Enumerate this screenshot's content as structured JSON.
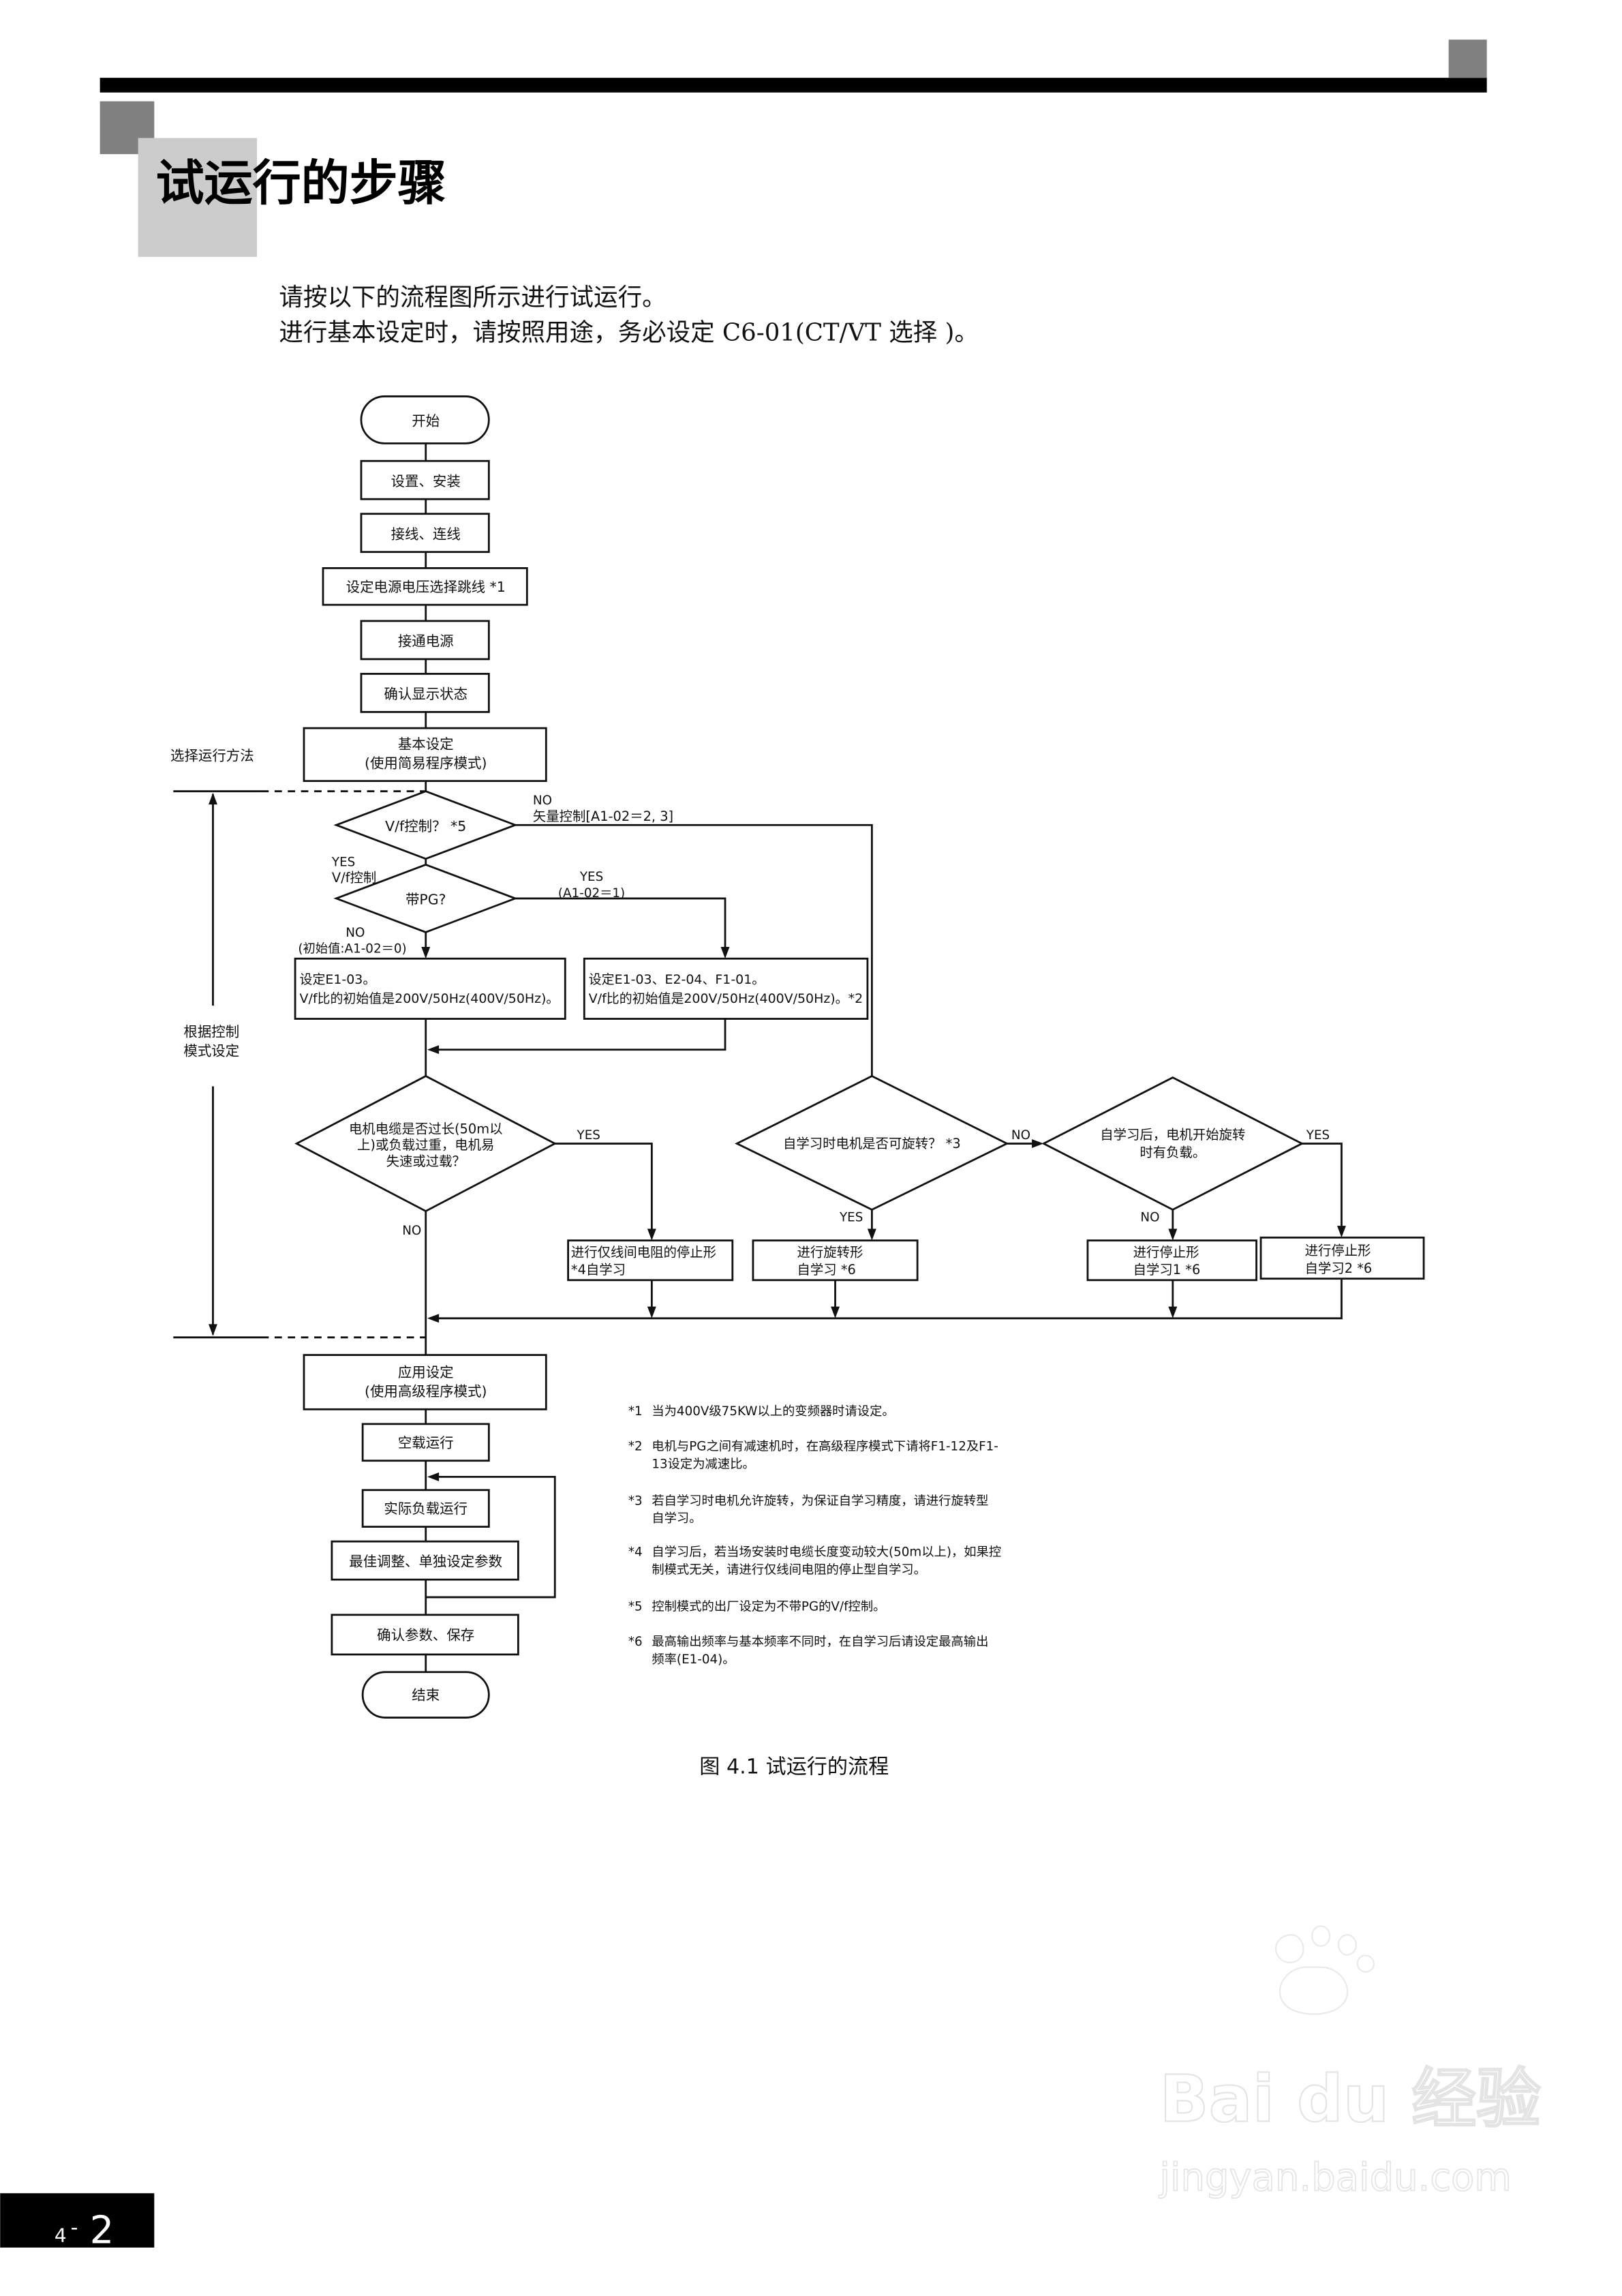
{
  "header": {
    "title": "试运行的步骤",
    "intro_line1": "请按以下的流程图所示进行试运行。",
    "intro_line2": "进行基本设定时，请按照用途，务必设定 C6-01(CT/VT 选择 )。"
  },
  "side_labels": {
    "select_method": "选择运行方法",
    "by_control_mode_line1": "根据控制",
    "by_control_mode_line2": "模式设定"
  },
  "flow": {
    "start": "开始",
    "install": "设置、安装",
    "wiring": "接线、连线",
    "voltage_jumper": "设定电源电压选择跳线 *1",
    "power_on": "接通电源",
    "check_display": "确认显示状态",
    "basic_setting_line1": "基本设定",
    "basic_setting_line2": "(使用简易程序模式)",
    "decision_vf": "V/f控制？ *5",
    "vf_no_label1": "NO",
    "vf_no_label2": "矢量控制[A1-02＝2, 3]",
    "vf_yes_label1": "YES",
    "vf_yes_label2": "V/f控制",
    "decision_pg": "带PG?",
    "pg_yes_label1": "YES",
    "pg_yes_label2": "(A1-02＝1)",
    "pg_no_label1": "NO",
    "pg_no_label2": "(初始值:A1-02＝0)",
    "box_no_pg_line1": "设定E1-03。",
    "box_no_pg_line2": "V/f比的初始值是200V/50Hz(400V/50Hz)。",
    "box_pg_line1": "设定E1-03、E2-04、F1-01。",
    "box_pg_line2": "V/f比的初始值是200V/50Hz(400V/50Hz)。*2",
    "decision_cable_line1": "电机电缆是否过长(50m以",
    "decision_cable_line2": "上)或负载过重，电机易",
    "decision_cable_line3": "失速或过载？",
    "cable_yes": "YES",
    "cable_no": "NO",
    "box_line_resist_line1": "进行仅线间电阻的停止形",
    "box_line_resist_line2": "*4自学习",
    "decision_rotate": "自学习时电机是否可旋转？  *3",
    "rotate_yes": "YES",
    "rotate_no": "NO",
    "box_rotate_line1": "进行旋转形",
    "box_rotate_line2": "自学习   *6",
    "decision_load_line1": "自学习后，电机开始旋转",
    "decision_load_line2": "时有负载。",
    "load_yes": "YES",
    "load_no": "NO",
    "box_stop1_line1": "进行停止形",
    "box_stop1_line2": "自学习1   *6",
    "box_stop2_line1": "进行停止形",
    "box_stop2_line2": "自学习2   *6",
    "app_setting_line1": "应用设定",
    "app_setting_line2": "(使用高级程序模式)",
    "no_load_run": "空载运行",
    "actual_load_run": "实际负载运行",
    "optimize": "最佳调整、单独设定参数",
    "confirm_save": "确认参数、保存",
    "end": "结束"
  },
  "notes": [
    {
      "mark": "*1",
      "lines": [
        "当为400V级75KW以上的变频器时请设定。"
      ]
    },
    {
      "mark": "*2",
      "lines": [
        "电机与PG之间有减速机时，在高级程序模式下请将F1-12及F1-",
        "13设定为减速比。"
      ]
    },
    {
      "mark": "*3",
      "lines": [
        "若自学习时电机允许旋转，为保证自学习精度，请进行旋转型",
        "自学习。"
      ]
    },
    {
      "mark": "*4",
      "lines": [
        "自学习后，若当场安装时电缆长度变动较大(50m以上)，如果控",
        "制模式无关，请进行仅线间电阻的停止型自学习。"
      ]
    },
    {
      "mark": "*5",
      "lines": [
        "控制模式的出厂设定为不带PG的V/f控制。"
      ]
    },
    {
      "mark": "*6",
      "lines": [
        "最高输出频率与基本频率不同时，在自学习后请设定最高输出",
        "频率(E1-04)。"
      ]
    }
  ],
  "caption": "图 4.1  试运行的流程",
  "page_number": {
    "chapter": "4",
    "sep": "-",
    "page": "2"
  },
  "watermark": {
    "brand": "Bai du 经验",
    "url": "jingyan.baidu.com"
  }
}
